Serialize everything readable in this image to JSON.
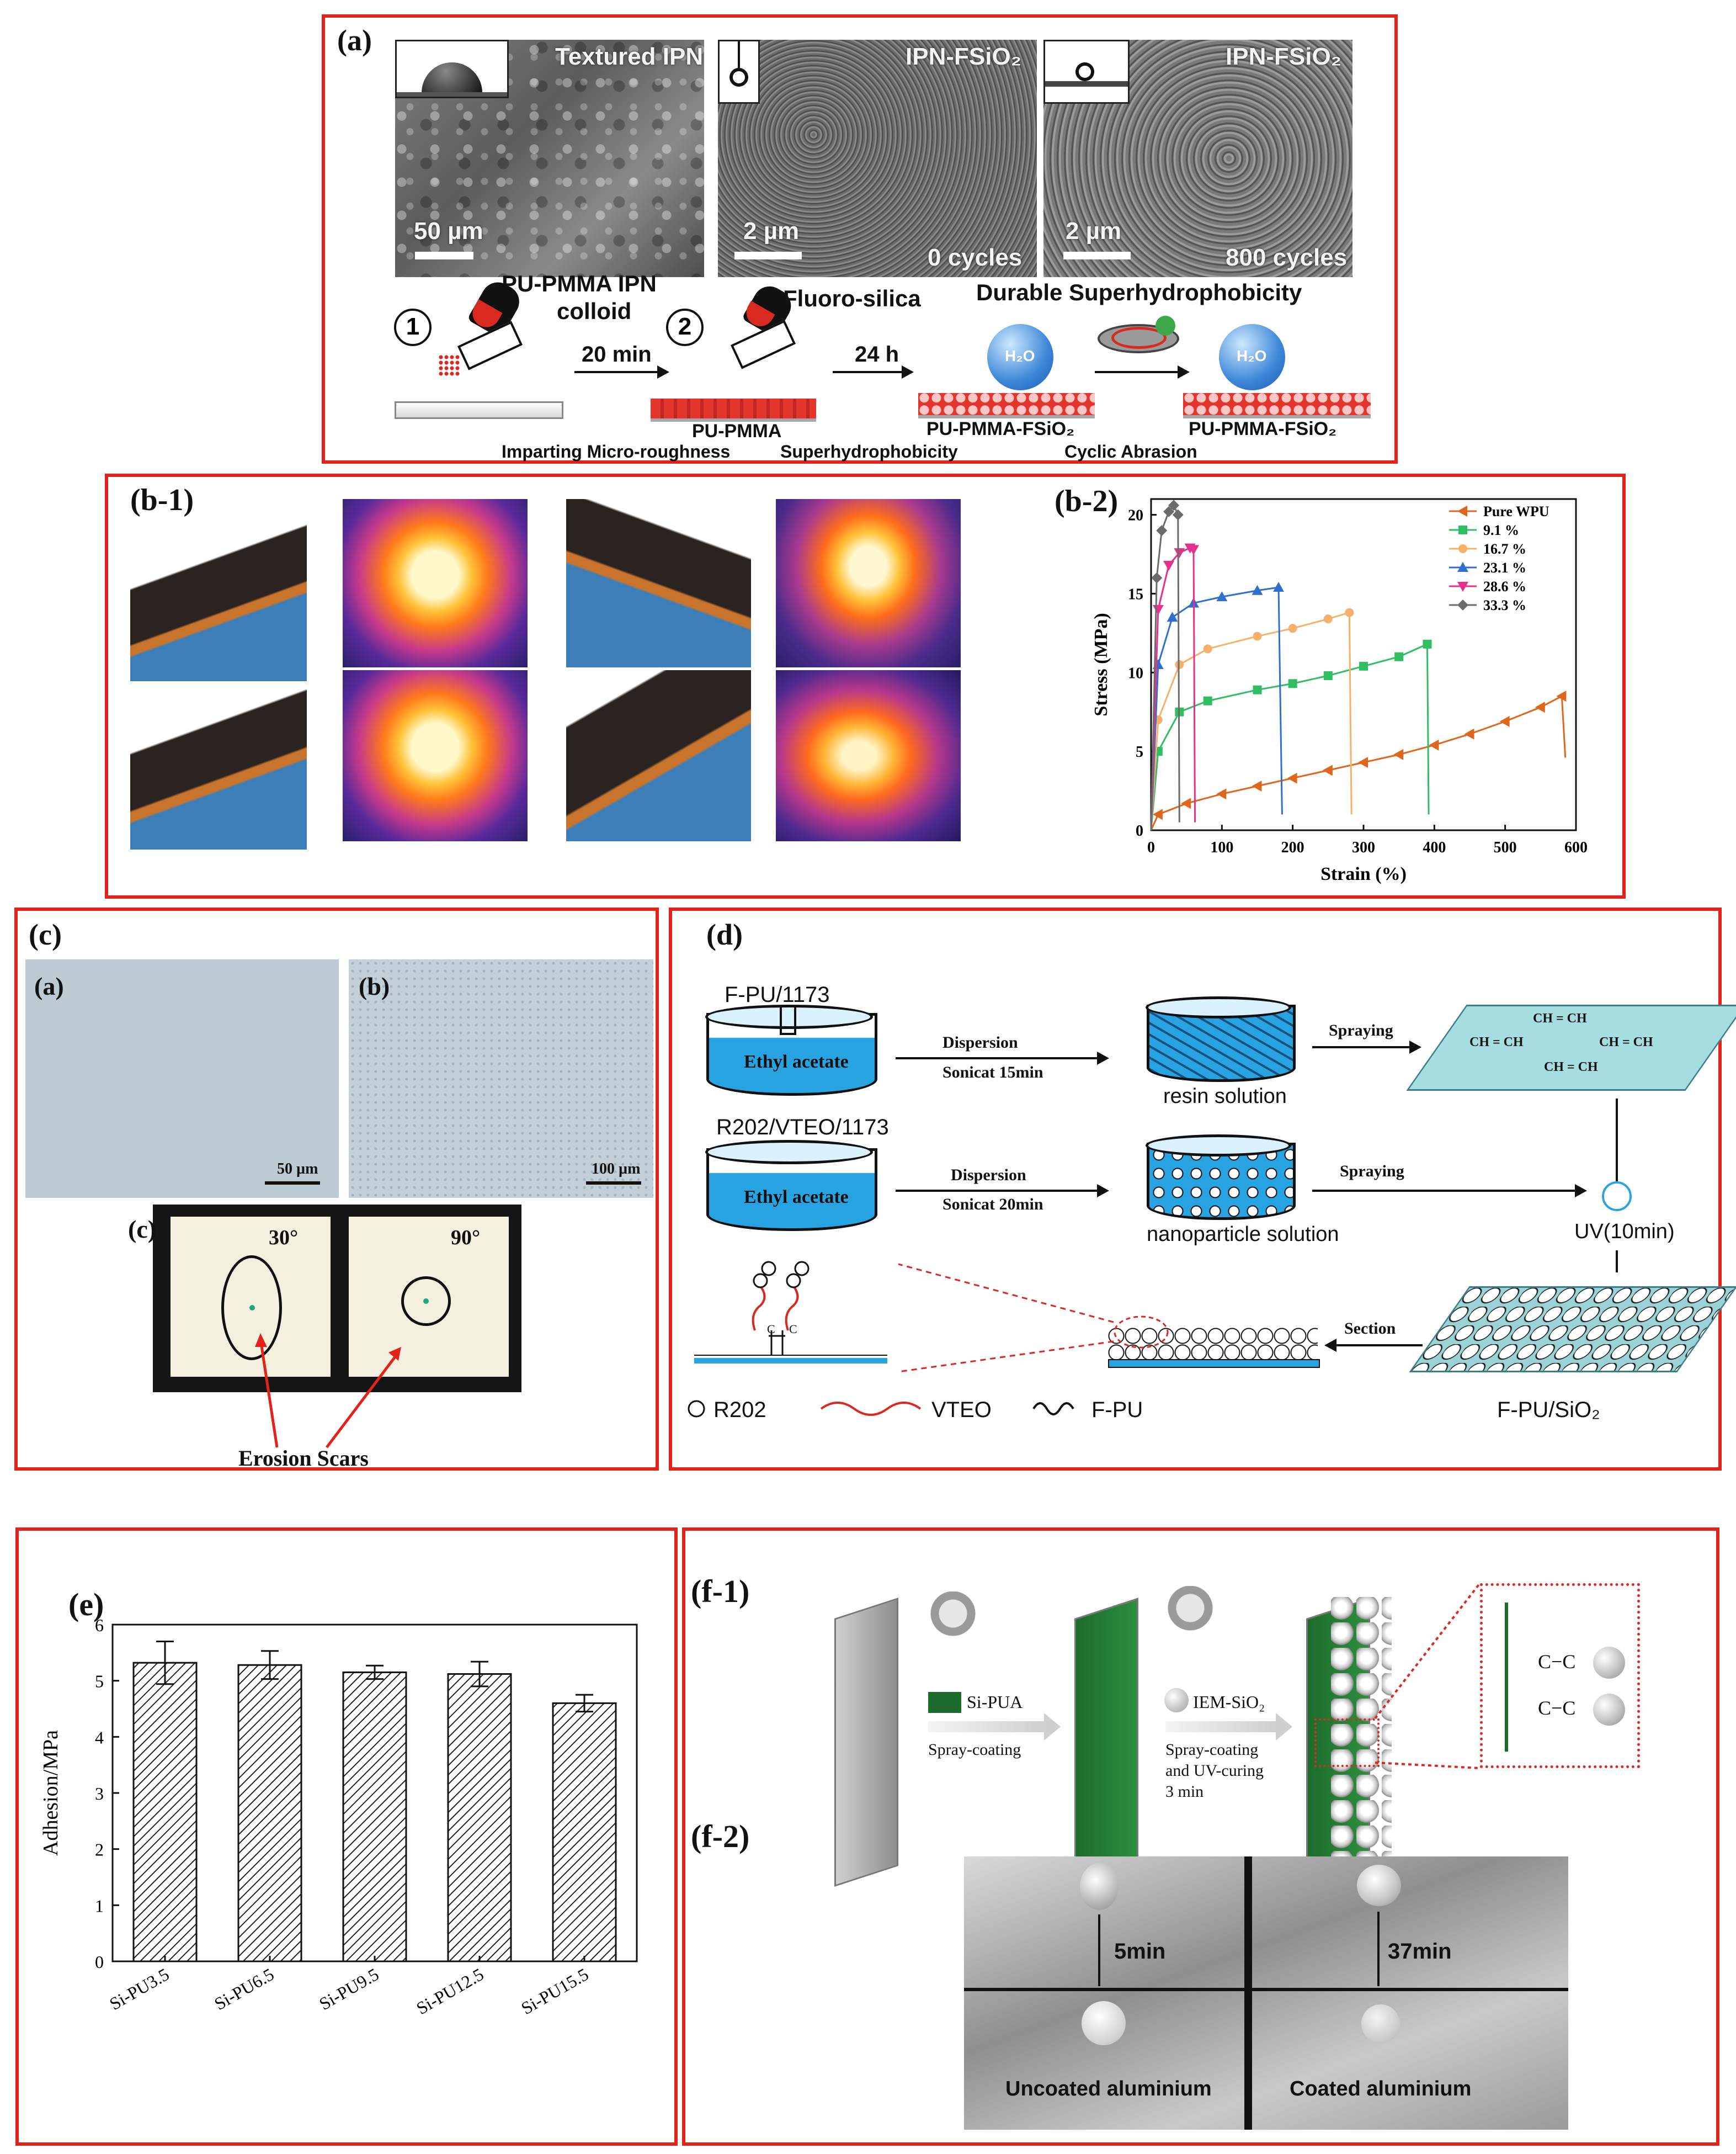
{
  "panel_a": {
    "label": "(a)",
    "sem1": {
      "title": "Textured IPN",
      "scale": "50 µm"
    },
    "sem2": {
      "title": "IPN-FSiO₂",
      "scale": "2 µm",
      "cycles": "0 cycles"
    },
    "sem3": {
      "title": "IPN-FSiO₂",
      "scale": "2 µm",
      "cycles": "800 cycles"
    },
    "step1_num": "1",
    "step1_title_l1": "PU-PMMA IPN",
    "step1_title_l2": "colloid",
    "step2_num": "2",
    "step2_title": "Fluoro-silica",
    "durable_title": "Durable Superhydrophobicity",
    "time1": "20 min",
    "time2": "24 h",
    "h2o_1": "H₂O",
    "h2o_2": "H₂O",
    "layer1": "PU-PMMA",
    "layer2": "PU-PMMA-FSiO₂",
    "layer3": "PU-PMMA-FSiO₂",
    "caption1": "Imparting Micro-roughness",
    "caption2": "Superhydrophobicity",
    "caption3": "Cyclic Abrasion"
  },
  "panel_b1": {
    "label": "(b-1)"
  },
  "panel_b2": {
    "label": "(b-2)"
  },
  "chart_data": [
    {
      "type": "line",
      "xlabel": "Strain (%)",
      "ylabel": "Stress (MPa)",
      "xlim": [
        0,
        600
      ],
      "ylim": [
        0,
        21
      ],
      "xticks": [
        "0",
        "100",
        "200",
        "300",
        "400",
        "500",
        "600"
      ],
      "yticks": [
        "0",
        "5",
        "10",
        "15",
        "20"
      ],
      "legend_position": "top-right",
      "series": [
        {
          "name": "Pure WPU",
          "color": "#e0661c",
          "marker": "triangle-left",
          "x": [
            0,
            10,
            50,
            100,
            150,
            200,
            250,
            300,
            350,
            400,
            450,
            500,
            550,
            580,
            585
          ],
          "y": [
            0,
            1.0,
            1.7,
            2.3,
            2.8,
            3.3,
            3.8,
            4.3,
            4.8,
            5.4,
            6.1,
            6.9,
            7.8,
            8.5,
            4.6
          ]
        },
        {
          "name": "9.1 %",
          "color": "#2fbf62",
          "marker": "square",
          "x": [
            0,
            10,
            40,
            80,
            150,
            200,
            250,
            300,
            350,
            390,
            392
          ],
          "y": [
            0,
            5.0,
            7.5,
            8.2,
            8.9,
            9.3,
            9.8,
            10.4,
            11.0,
            11.8,
            1.0
          ]
        },
        {
          "name": "16.7 %",
          "color": "#f7b06a",
          "marker": "circle",
          "x": [
            0,
            10,
            40,
            80,
            150,
            200,
            250,
            280,
            283
          ],
          "y": [
            0,
            7.0,
            10.5,
            11.5,
            12.3,
            12.8,
            13.4,
            13.8,
            1.0
          ]
        },
        {
          "name": "23.1 %",
          "color": "#2f6fd0",
          "marker": "triangle-up",
          "x": [
            0,
            10,
            30,
            60,
            100,
            150,
            180,
            185
          ],
          "y": [
            0,
            10.5,
            13.5,
            14.4,
            14.8,
            15.2,
            15.4,
            1.0
          ]
        },
        {
          "name": "28.6 %",
          "color": "#e6308c",
          "marker": "triangle-down",
          "x": [
            0,
            10,
            25,
            40,
            55,
            60,
            62
          ],
          "y": [
            0,
            14.0,
            16.8,
            17.6,
            17.9,
            17.8,
            0.5
          ]
        },
        {
          "name": "33.3 %",
          "color": "#6b6b6b",
          "marker": "diamond",
          "x": [
            0,
            8,
            15,
            25,
            32,
            38,
            40
          ],
          "y": [
            0,
            16.0,
            19.0,
            20.2,
            20.6,
            20.0,
            0.5
          ]
        }
      ]
    },
    {
      "type": "bar",
      "ylabel": "Adhesion/MPa",
      "xlabel": "",
      "ylim": [
        0,
        6
      ],
      "yticks": [
        "0",
        "1",
        "2",
        "3",
        "4",
        "5",
        "6"
      ],
      "categories": [
        "Si-PU3.5",
        "Si-PU6.5",
        "Si-PU9.5",
        "Si-PU12.5",
        "Si-PU15.5"
      ],
      "values": [
        5.32,
        5.28,
        5.15,
        5.12,
        4.6
      ],
      "errors": [
        0.38,
        0.25,
        0.12,
        0.22,
        0.15
      ]
    }
  ],
  "panel_c": {
    "label": "(c)",
    "sub_a": "(a)",
    "sub_b": "(b)",
    "sub_c": "(c)",
    "scale_a": "50 µm",
    "scale_b": "100 µm",
    "angle1": "30°",
    "angle2": "90°",
    "scar_label": "Erosion Scars"
  },
  "panel_d": {
    "label": "(d)",
    "row1_chem": "F-PU/1173",
    "row1_solvent": "Ethyl acetate",
    "row1_dispersion": "Dispersion",
    "row1_sonicat": "Sonicat 15min",
    "row1_product": "resin solution",
    "row1_spray": "Spraying",
    "film_chem_1": "CH = CH",
    "film_chem_2": "CH = CH",
    "film_chem_3": "CH = CH",
    "film_chem_4": "CH = CH",
    "row2_chem": "R202/VTEO/1173",
    "row2_solvent": "Ethyl acetate",
    "row2_dispersion": "Dispersion",
    "row2_sonicat": "Sonicat 20min",
    "row2_product": "nanoparticle  solution",
    "row2_spray": "Spraying",
    "uv": "UV(10min)",
    "section": "Section",
    "bond_c1": "C",
    "bond_c2": "C",
    "legend_r202": "R202",
    "legend_vteo": "VTEO",
    "legend_fpu": "F-PU",
    "product": "F-PU/SiO₂"
  },
  "panel_e": {
    "label": "(e)"
  },
  "panel_f": {
    "label_f1": "(f-1)",
    "label_f2": "(f-2)",
    "legend_sipua": "Si-PUA",
    "step1": "Spray-coating",
    "legend_iem": "IEM-SiO₂",
    "step2_l1": "Spray-coating",
    "step2_l2": "and UV-curing",
    "step2_l3": "3 min",
    "bond1": "C−C",
    "bond2": "C−C",
    "time_left": "5min",
    "time_right": "37min",
    "caption_left": "Uncoated aluminium",
    "caption_right": "Coated aluminium"
  },
  "colors": {
    "frame": "#e3221c",
    "green": "#1d6b2c",
    "blue": "#2aa3e0"
  }
}
